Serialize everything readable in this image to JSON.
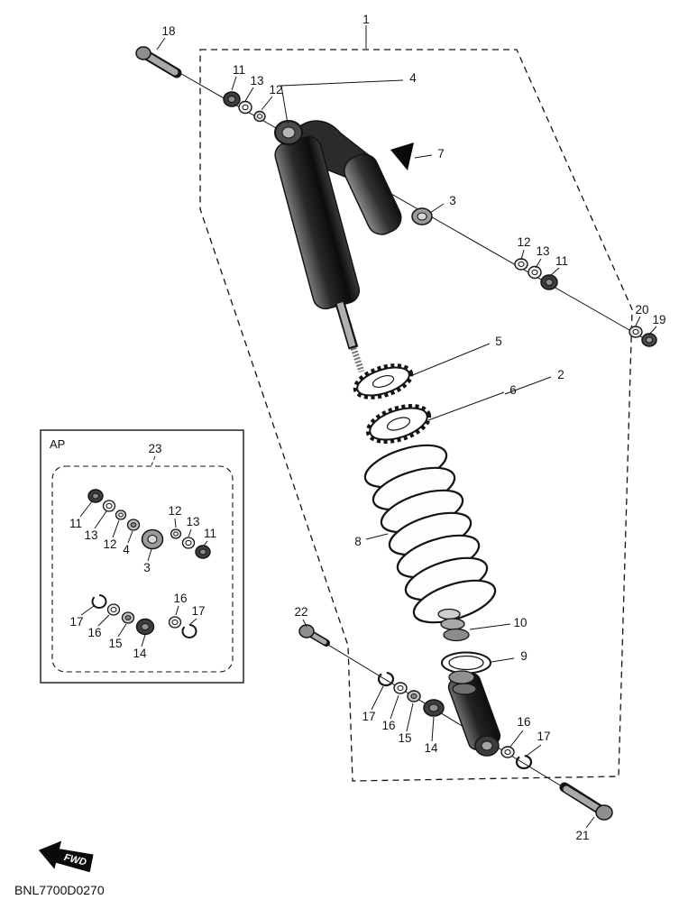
{
  "doc": {
    "drawing_code": "BNL7700D0270",
    "fwd_label": "FWD",
    "inset_title": "AP"
  },
  "colors": {
    "ink": "#141414",
    "paper": "#ffffff",
    "part_dark": "#2e2e2e",
    "part_mid": "#8f8f8f",
    "part_light": "#d9d9d9"
  },
  "callouts": {
    "n1": "1",
    "n18": "18",
    "top_11": "11",
    "top_13": "13",
    "top_12": "12",
    "n4": "4",
    "n7": "7",
    "n3": "3",
    "mid_12": "12",
    "mid_13": "13",
    "mid_11": "11",
    "n20": "20",
    "n19": "19",
    "n5": "5",
    "n2": "2",
    "n6": "6",
    "n8": "8",
    "n10": "10",
    "n9": "9",
    "n22": "22",
    "bl_17": "17",
    "bl_16": "16",
    "bl_15": "15",
    "bl_14": "14",
    "br_16": "16",
    "br_17": "17",
    "n21": "21",
    "n23": "23"
  },
  "inset_callouts": {
    "r1_11": "11",
    "r1_13": "13",
    "r1_12": "12",
    "r1_4": "4",
    "r1_3": "3",
    "r1_12b": "12",
    "r1_13b": "13",
    "r1_11b": "11",
    "r2_17": "17",
    "r2_16": "16",
    "r2_15": "15",
    "r2_14": "14",
    "r2_16b": "16",
    "r2_17b": "17"
  }
}
